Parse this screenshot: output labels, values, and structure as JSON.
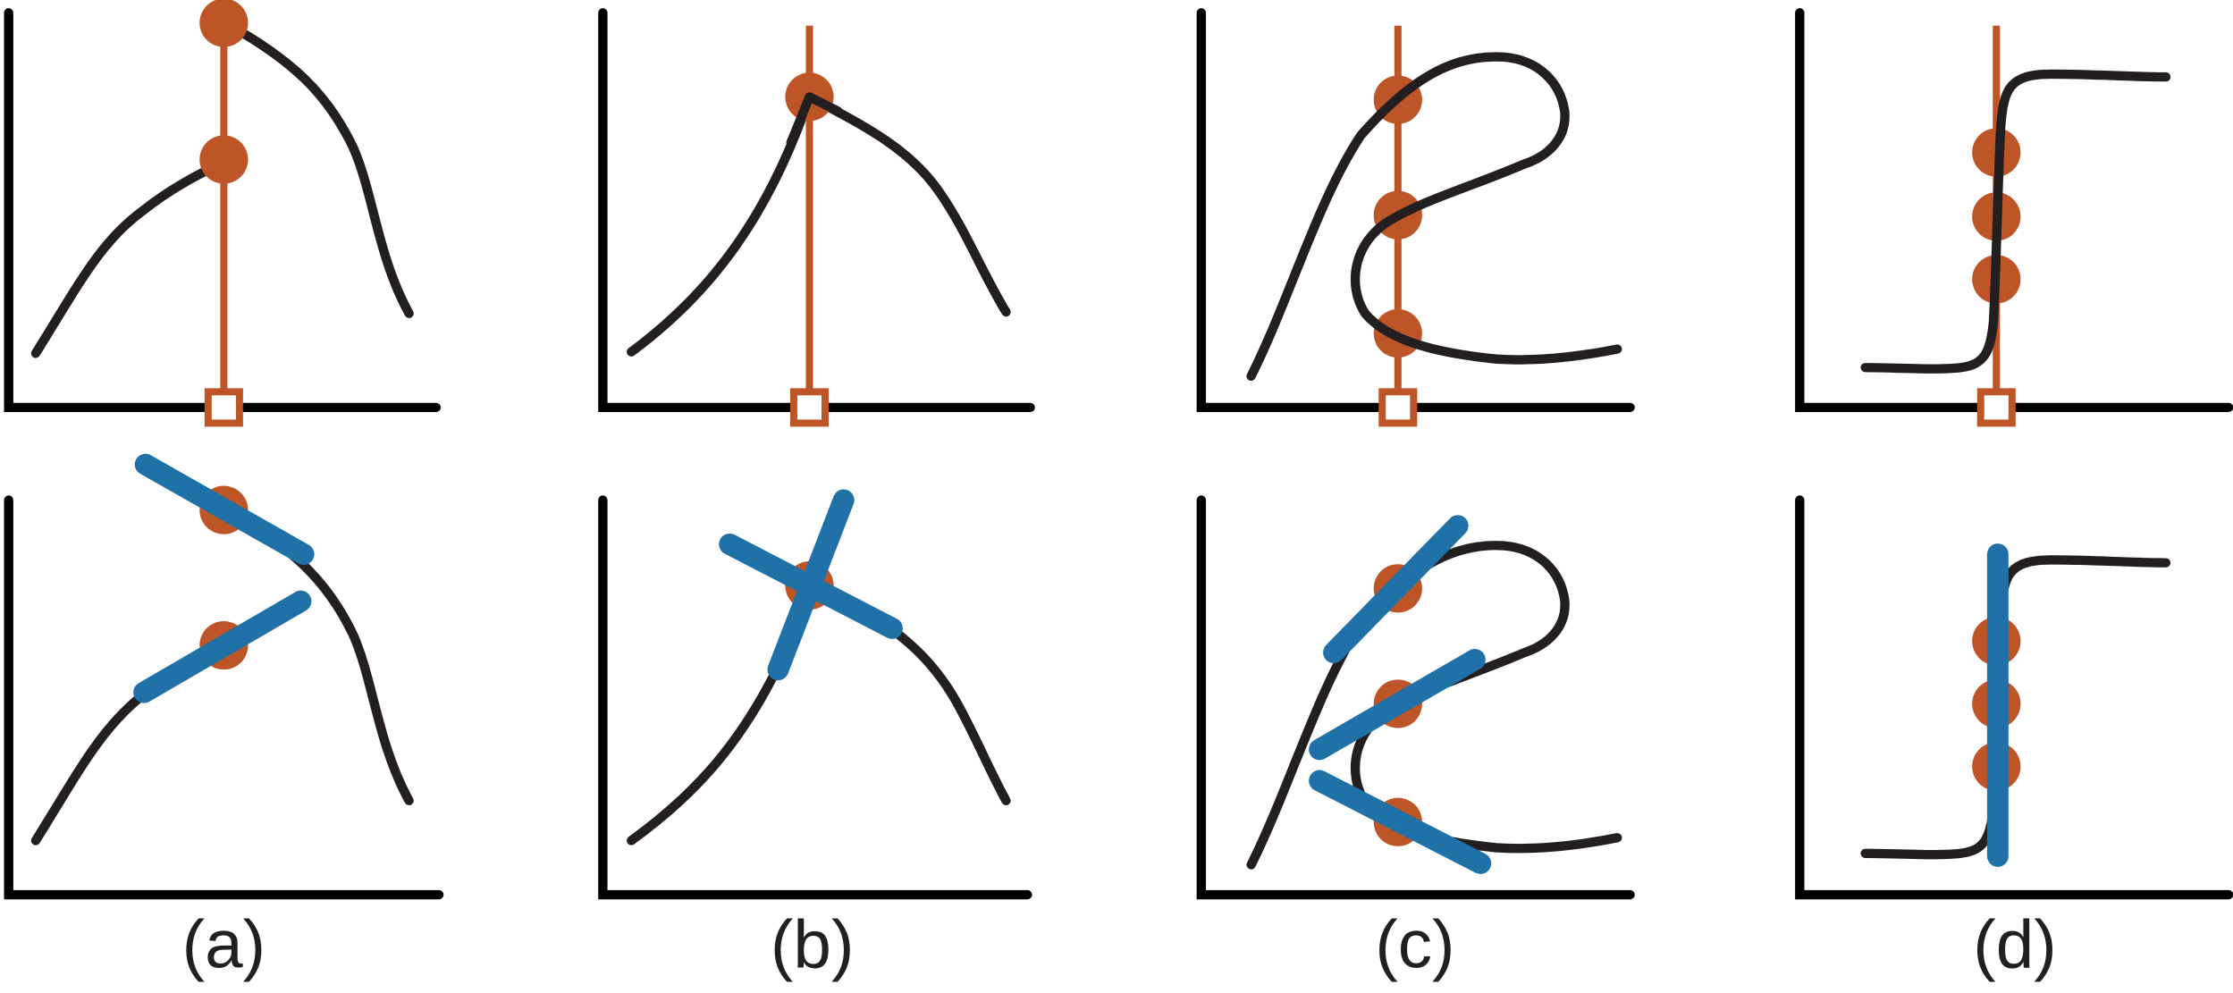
{
  "figure": {
    "colors": {
      "marker": "#bd5526",
      "tangent": "#1f71a8",
      "curve": "#231f20",
      "axis": "#000000"
    },
    "panels": [
      {
        "id": "a",
        "label": "(a)"
      },
      {
        "id": "b",
        "label": "(b)"
      },
      {
        "id": "c",
        "label": "(c)"
      },
      {
        "id": "d",
        "label": "(d)"
      }
    ]
  }
}
